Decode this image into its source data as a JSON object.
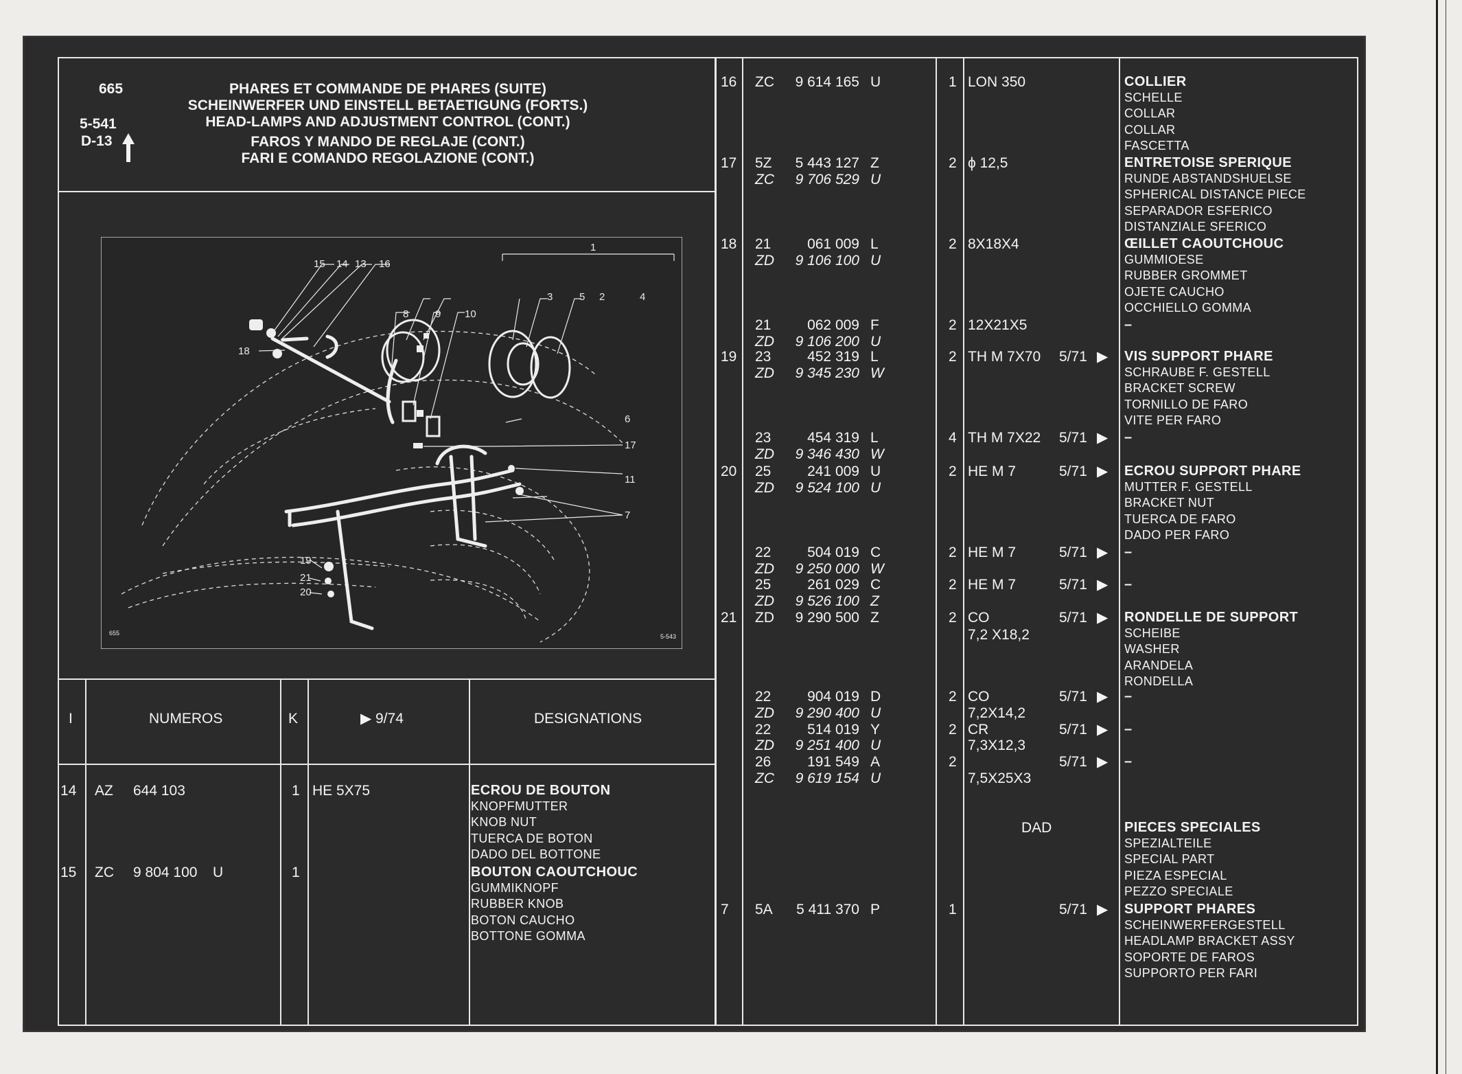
{
  "header": {
    "page": "665",
    "fig": "5-541",
    "dref": "D-13",
    "titles": [
      "PHARES ET COMMANDE DE PHARES (SUITE)",
      "SCHEINWERFER UND EINSTELL BETAETIGUNG (FORTS.)",
      "HEAD-LAMPS AND ADJUSTMENT CONTROL (CONT.)",
      "FAROS Y MANDO DE REGLAJE (CONT.)",
      "FARI E COMANDO REGOLAZIONE (CONT.)"
    ]
  },
  "figure": {
    "corner_left": "655",
    "corner_right": "5-543",
    "callouts": [
      "15",
      "14",
      "13",
      "16",
      "1",
      "3",
      "5",
      "2",
      "4",
      "8",
      "9",
      "10",
      "18",
      "6",
      "17",
      "11",
      "7",
      "19",
      "21",
      "20"
    ]
  },
  "columns": {
    "i": "I",
    "numeros": "NUMEROS",
    "k": "K",
    "date": "9/74",
    "designations": "DESIGNATIONS"
  },
  "left_rows": [
    {
      "i": "14",
      "pre": "AZ",
      "num": "644 103",
      "suf": "",
      "k": "1",
      "size": "HE 5X75",
      "desc": [
        "ECROU DE BOUTON",
        "KNOPFMUTTER",
        "KNOB NUT",
        "TUERCA DE BOTON",
        "DADO DEL BOTTONE"
      ]
    },
    {
      "i": "15",
      "pre": "ZC",
      "num": "9 804 100",
      "suf": "U",
      "k": "1",
      "size": "",
      "desc": [
        "BOUTON CAOUTCHOUC",
        "GUMMIKNOPF",
        "RUBBER KNOB",
        "BOTON CAUCHO",
        "BOTTONE GOMMA"
      ]
    }
  ],
  "right_rows": [
    {
      "i": "16",
      "pre": "ZC",
      "num": "9 614 165",
      "suf": "U",
      "k": "1",
      "spec": "LON 350",
      "date": "",
      "desc": [
        "COLLIER",
        "SCHELLE",
        "COLLAR",
        "COLLAR",
        "FASCETTA"
      ]
    },
    {
      "i": "17",
      "pre": "5Z",
      "num": "5 443 127",
      "suf": "Z",
      "k": "2",
      "spec": "ϕ 12,5",
      "date": "",
      "desc": [
        "ENTRETOISE SPERIQUE",
        "RUNDE ABSTANDSHUELSE",
        "SPHERICAL DISTANCE PIECE",
        "SEPARADOR ESFERICO",
        "DISTANZIALE SFERICO"
      ]
    },
    {
      "i": "",
      "pre": "ZC",
      "num": "9 706 529",
      "suf": "U",
      "k": "",
      "spec": "",
      "date": "",
      "desc": []
    },
    {
      "i": "18",
      "pre": "21",
      "num": "061 009",
      "suf": "L",
      "k": "2",
      "spec": "8X18X4",
      "date": "",
      "desc": [
        "ŒILLET CAOUTCHOUC",
        "GUMMIOESE",
        "RUBBER GROMMET",
        "OJETE CAUCHO",
        "OCCHIELLO GOMMA"
      ]
    },
    {
      "i": "",
      "pre": "ZD",
      "num": "9 106 100",
      "suf": "U",
      "k": "",
      "spec": "",
      "date": "",
      "desc": []
    },
    {
      "i": "",
      "pre": "21",
      "num": "062 009",
      "suf": "F",
      "k": "2",
      "spec": "12X21X5",
      "date": "",
      "desc": [
        "–"
      ]
    },
    {
      "i": "",
      "pre": "ZD",
      "num": "9 106 200",
      "suf": "U",
      "k": "",
      "spec": "",
      "date": "",
      "desc": []
    },
    {
      "i": "19",
      "pre": "23",
      "num": "452 319",
      "suf": "L",
      "k": "2",
      "spec": "TH M 7X70",
      "date": "5/71",
      "desc": [
        "VIS SUPPORT PHARE",
        "SCHRAUBE F. GESTELL",
        "BRACKET SCREW",
        "TORNILLO DE FARO",
        "VITE PER FARO"
      ]
    },
    {
      "i": "",
      "pre": "ZD",
      "num": "9 345 230",
      "suf": "W",
      "k": "",
      "spec": "",
      "date": "",
      "desc": []
    },
    {
      "i": "",
      "pre": "23",
      "num": "454 319",
      "suf": "L",
      "k": "4",
      "spec": "TH M 7X22",
      "date": "5/71",
      "desc": [
        "–"
      ]
    },
    {
      "i": "",
      "pre": "ZD",
      "num": "9 346 430",
      "suf": "W",
      "k": "",
      "spec": "",
      "date": "",
      "desc": []
    },
    {
      "i": "20",
      "pre": "25",
      "num": "241 009",
      "suf": "U",
      "k": "2",
      "spec": "HE M 7",
      "date": "5/71",
      "desc": [
        "ECROU SUPPORT PHARE",
        "MUTTER F. GESTELL",
        "BRACKET NUT",
        "TUERCA DE FARO",
        "DADO PER FARO"
      ]
    },
    {
      "i": "",
      "pre": "ZD",
      "num": "9 524 100",
      "suf": "U",
      "k": "",
      "spec": "",
      "date": "",
      "desc": []
    },
    {
      "i": "",
      "pre": "22",
      "num": "504 019",
      "suf": "C",
      "k": "2",
      "spec": "HE M 7",
      "date": "5/71",
      "desc": [
        "–"
      ]
    },
    {
      "i": "",
      "pre": "ZD",
      "num": "9 250 000",
      "suf": "W",
      "k": "",
      "spec": "",
      "date": "",
      "desc": []
    },
    {
      "i": "",
      "pre": "25",
      "num": "261 029",
      "suf": "C",
      "k": "2",
      "spec": "HE M 7",
      "date": "5/71",
      "desc": [
        "–"
      ]
    },
    {
      "i": "",
      "pre": "ZD",
      "num": "9 526 100",
      "suf": "Z",
      "k": "",
      "spec": "",
      "date": "",
      "desc": []
    },
    {
      "i": "21",
      "pre": "ZD",
      "num": "9 290 500",
      "suf": "Z",
      "k": "2",
      "spec": "CO",
      "date": "5/71",
      "desc": [
        "RONDELLE DE SUPPORT",
        "SCHEIBE",
        "WASHER",
        "ARANDELA",
        "RONDELLA"
      ]
    },
    {
      "i": "",
      "pre": "",
      "num": "",
      "suf": "",
      "k": "",
      "spec": "7,2 X18,2",
      "date": "",
      "desc": []
    },
    {
      "i": "",
      "pre": "22",
      "num": "904 019",
      "suf": "D",
      "k": "2",
      "spec": "CO",
      "date": "5/71",
      "desc": [
        "–"
      ]
    },
    {
      "i": "",
      "pre": "ZD",
      "num": "9 290 400",
      "suf": "U",
      "k": "",
      "spec": "7,2X14,2",
      "date": "",
      "desc": []
    },
    {
      "i": "",
      "pre": "22",
      "num": "514 019",
      "suf": "Y",
      "k": "2",
      "spec": "CR",
      "date": "5/71",
      "desc": [
        "–"
      ]
    },
    {
      "i": "",
      "pre": "ZD",
      "num": "9 251 400",
      "suf": "U",
      "k": "",
      "spec": "7,3X12,3",
      "date": "",
      "desc": []
    },
    {
      "i": "",
      "pre": "26",
      "num": "191 549",
      "suf": "A",
      "k": "2",
      "spec": "",
      "date": "5/71",
      "desc": [
        "–"
      ]
    },
    {
      "i": "",
      "pre": "ZC",
      "num": "9 619 154",
      "suf": "U",
      "k": "",
      "spec": "7,5X25X3",
      "date": "",
      "desc": []
    },
    {
      "i": "",
      "pre": "",
      "num": "",
      "suf": "",
      "k": "",
      "spec": "DAD",
      "date": "",
      "desc": [
        "PIECES SPECIALES",
        "SPEZIALTEILE",
        "SPECIAL PART",
        "PIEZA ESPECIAL",
        "PEZZO SPECIALE"
      ]
    },
    {
      "i": "7",
      "pre": "5A",
      "num": "5 411 370",
      "suf": "P",
      "k": "1",
      "spec": "",
      "date": "5/71",
      "desc": [
        "SUPPORT PHARES",
        "SCHEINWERFERGESTELL",
        "HEADLAMP BRACKET ASSY",
        "SOPORTE DE FAROS",
        "SUPPORTO PER FARI"
      ]
    }
  ],
  "icons": {
    "arrow": "up-arrow-icon",
    "marker": "right-triangle-icon"
  }
}
